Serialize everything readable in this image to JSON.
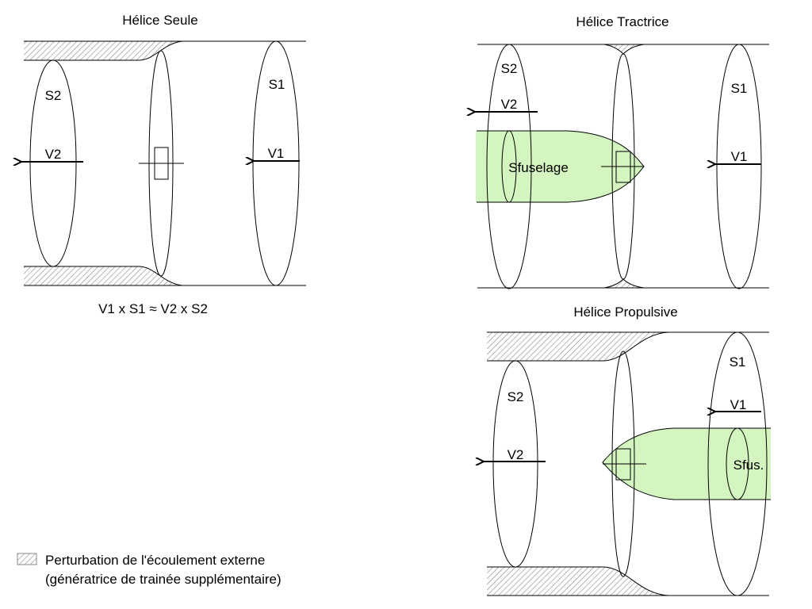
{
  "colors": {
    "fuselage": "#d4f5c0",
    "hatch": "#888888"
  },
  "panel_seule": {
    "title": "Hélice Seule",
    "s1": "S1",
    "s2": "S2",
    "v1": "V1",
    "v2": "V2",
    "equation": "V1 x S1 ≈ V2 x S2"
  },
  "panel_tractrice": {
    "title": "Hélice Tractrice",
    "s1": "S1",
    "s2": "S2",
    "v1": "V1",
    "v2": "V2",
    "fuselage": "Sfuselage"
  },
  "panel_propulsive": {
    "title": "Hélice Propulsive",
    "s1": "S1",
    "s2": "S2",
    "v1": "V1",
    "v2": "V2",
    "fuselage": "Sfus."
  },
  "legend": {
    "line1": "Perturbation de l'écoulement externe",
    "line2": "(génératrice de trainée supplémentaire)"
  }
}
